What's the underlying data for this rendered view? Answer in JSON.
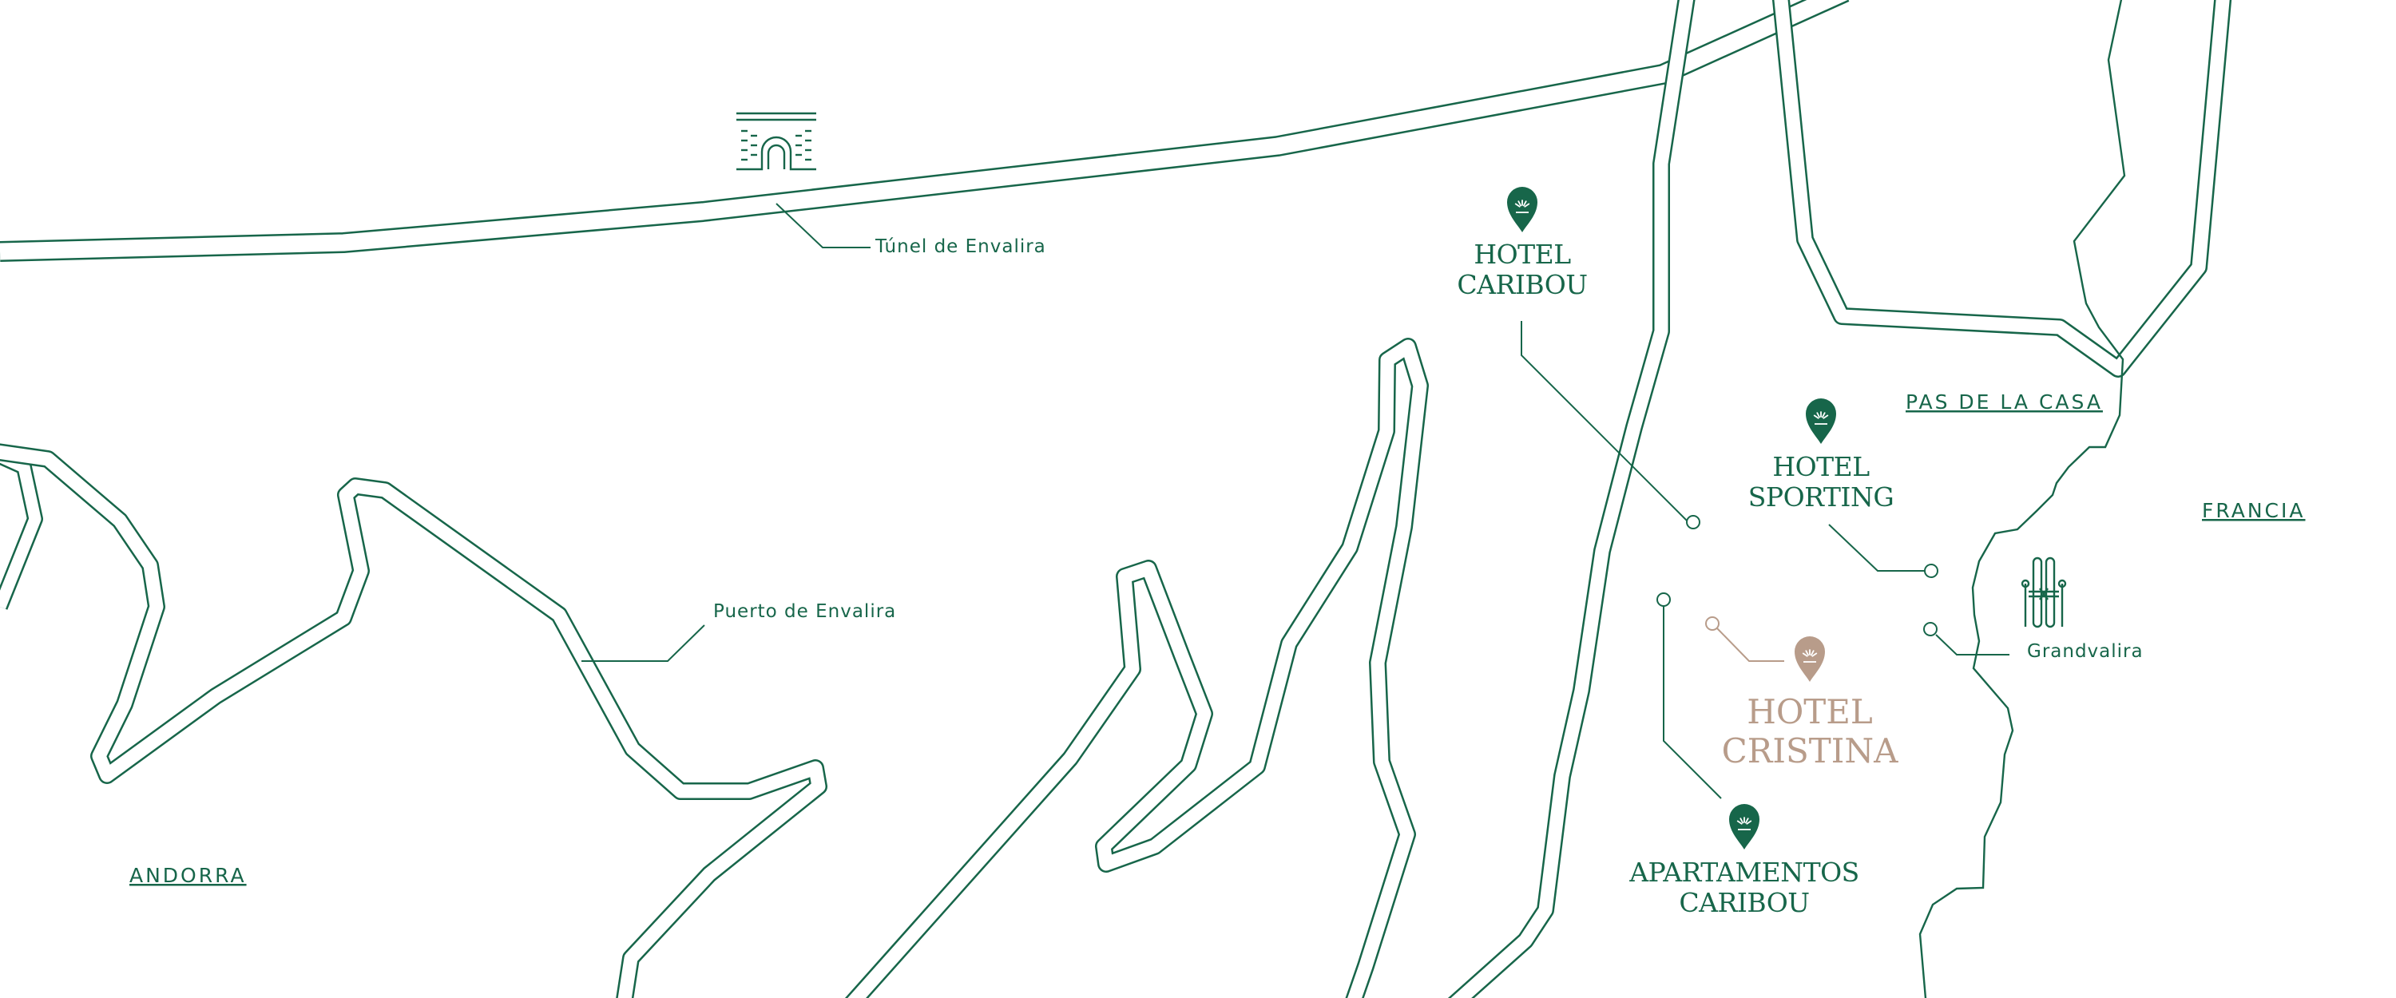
{
  "colors": {
    "primary": "#17664a",
    "accent": "#b89c8a",
    "background": "#ffffff"
  },
  "regions": {
    "andorra": "ANDORRA",
    "pas_de_la_casa": "PAS DE LA CASA",
    "francia": "FRANCIA"
  },
  "places": {
    "tunel": "Túnel de Envalira",
    "puerto": "Puerto de Envalira",
    "grandvalira": "Grandvalira"
  },
  "hotels": {
    "caribou": {
      "line1": "HOTEL",
      "line2": "CARIBOU",
      "icon": "map-pin-icon"
    },
    "sporting": {
      "line1": "HOTEL",
      "line2": "SPORTING",
      "icon": "map-pin-icon"
    },
    "cristina": {
      "line1": "HOTEL",
      "line2": "CRISTINA",
      "icon": "map-pin-icon"
    },
    "apartamentos": {
      "line1": "APARTAMENTOS",
      "line2": "CARIBOU",
      "icon": "map-pin-icon"
    }
  },
  "icons": {
    "tunnel": "tunnel-icon",
    "ski": "ski-icon"
  }
}
